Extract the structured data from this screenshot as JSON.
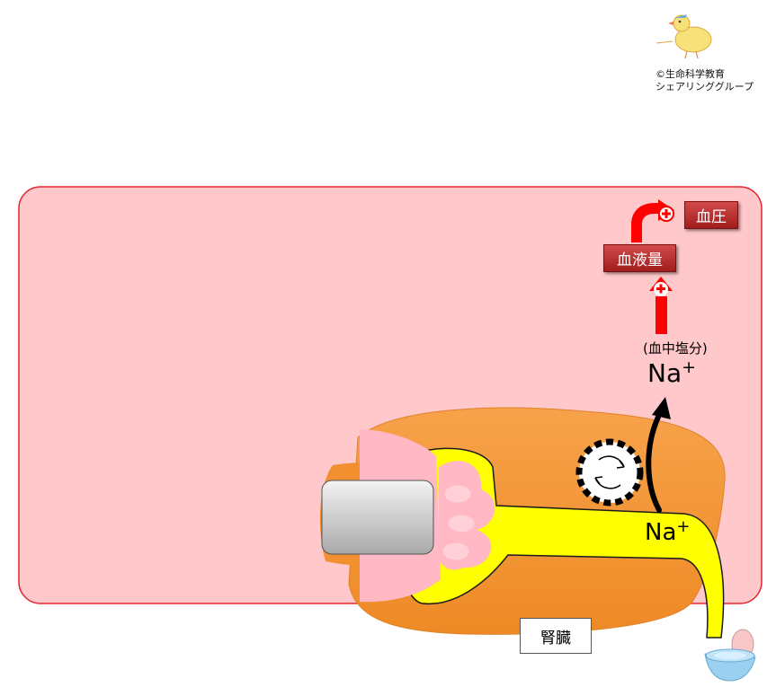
{
  "credit": {
    "line1": "©生命科学教育",
    "line2": "シェアリンググループ"
  },
  "labels": {
    "blood_pressure": "血圧",
    "blood_volume": "血液量",
    "blood_salt": "(血中塩分)",
    "na_top": "Na",
    "na_bottom": "Na",
    "kidney": "腎臓"
  },
  "colors": {
    "blood_area": "#ffc8ca",
    "blood_border": "#e8242c",
    "kidney": "#f59a3a",
    "tubule": "#ffff00",
    "arrow_red": "#ff0000",
    "label_red": "#b82a2a",
    "glomerulus": "#ffb8c4",
    "toilet": "#9ad0f0"
  },
  "icons": {
    "plus": "plus-icon",
    "recycle": "circular-arrows-icon",
    "mascot": "chick-icon",
    "toilet": "toilet-icon"
  }
}
